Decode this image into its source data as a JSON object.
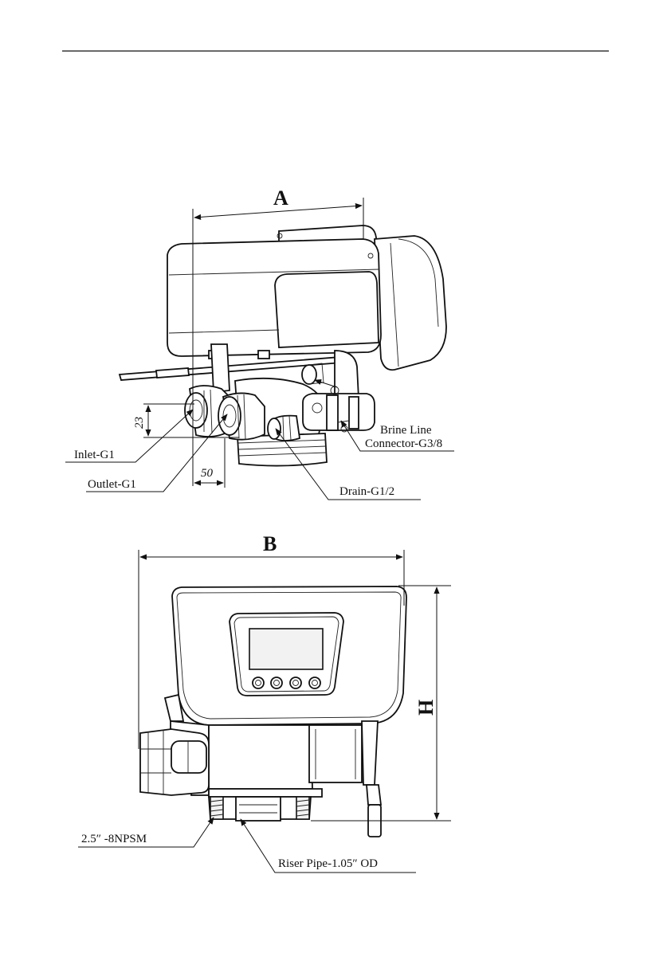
{
  "figure1": {
    "dimension_width": "A",
    "dimension_inlet_height": "23",
    "dimension_offset": "50",
    "labels": {
      "inlet": "Inlet-G1",
      "outlet": "Outlet-G1",
      "drain": "Drain-G1/2",
      "brine_line_1": "Brine Line",
      "brine_line_2": "Connector-G3/8"
    }
  },
  "figure2": {
    "dimension_width": "B",
    "dimension_height": "H",
    "labels": {
      "thread": "2.5″ -8NPSM",
      "riser": "Riser Pipe-1.05″ OD"
    }
  }
}
